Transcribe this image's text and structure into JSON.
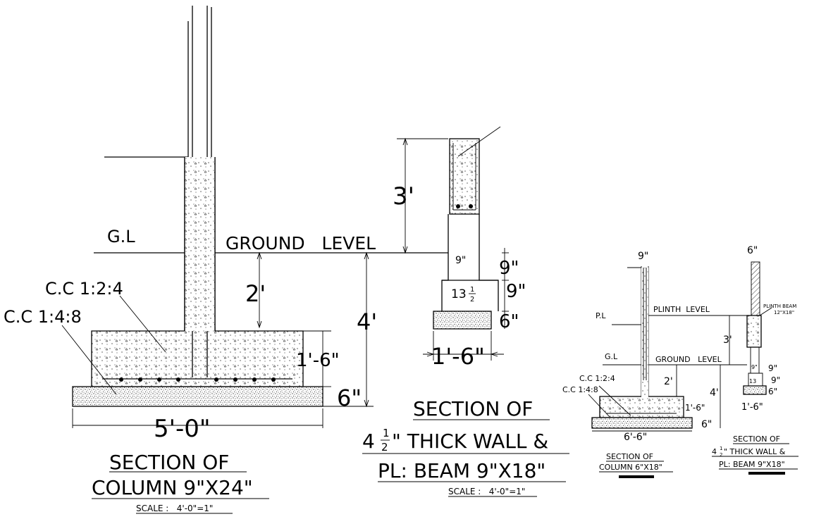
{
  "main_section": {
    "gl_label": "G.L",
    "ground_level_label": "GROUND   LEVEL",
    "cc124_label": "C.C 1:2:4",
    "cc148_label": "C.C 1:4:8",
    "dim_depth": "2'",
    "dim_plinth_height": "3'",
    "dim_total_depth": "4'",
    "dim_footing_thickness": "1'-6\"",
    "dim_pcc_thickness": "6\"",
    "dim_footing_width": "5'-0\"",
    "title_line1": "SECTION OF",
    "title_line2": "COLUMN 9\"X24\"",
    "scale": "SCALE :   4'-0\"=1\""
  },
  "wall_section": {
    "dim_9_a": "9\"",
    "dim_9_b": "9\"",
    "dim_9_c": "9\"",
    "dim_13_whole": "13",
    "dim_13_num": "1",
    "dim_13_den": "2",
    "dim_6": "6\"",
    "dim_base": "1'-6\"",
    "title_line1": "SECTION OF",
    "title_line2_pre": "4",
    "title_line2_num": "1",
    "title_line2_den": "2",
    "title_line2_post": "\" THICK WALL &",
    "title_line3": "PL: BEAM 9\"X18\"",
    "scale": "SCALE :   4'-0\"=1\""
  },
  "small_column": {
    "top_dim": "9\"",
    "pl_label": "P.L",
    "plinth_level_label": "PLINTH  LEVEL",
    "gl_label": "G.L",
    "ground_level_label": "GROUND   LEVEL",
    "cc124_label": "C.C 1:2:4",
    "cc148_label": "C.C 1:4:8",
    "dim_3": "3'",
    "dim_2": "2'",
    "dim_4": "4'",
    "dim_16": "1'-6\"",
    "dim_6": "6\"",
    "dim_width": "6'-6\"",
    "title_line1": "SECTION OF",
    "title_line2": "COLUMN 6\"X18\""
  },
  "small_wall": {
    "top_dim": "6\"",
    "beam_label1": "PLINTH BEAM",
    "beam_label2": "12\"X18\"",
    "dim_9a": "9\"",
    "dim_9b": "9\"",
    "dim_9c": "9\"",
    "dim_13": "13",
    "dim_6": "6\"",
    "dim_base": "1'-6\"",
    "title_line1": "SECTION OF",
    "title_line2_pre": "4",
    "title_line2_num": "1",
    "title_line2_den": "2",
    "title_line2_post": "\" THICK WALL &",
    "title_line3": "PL: BEAM 9\"X18\""
  }
}
